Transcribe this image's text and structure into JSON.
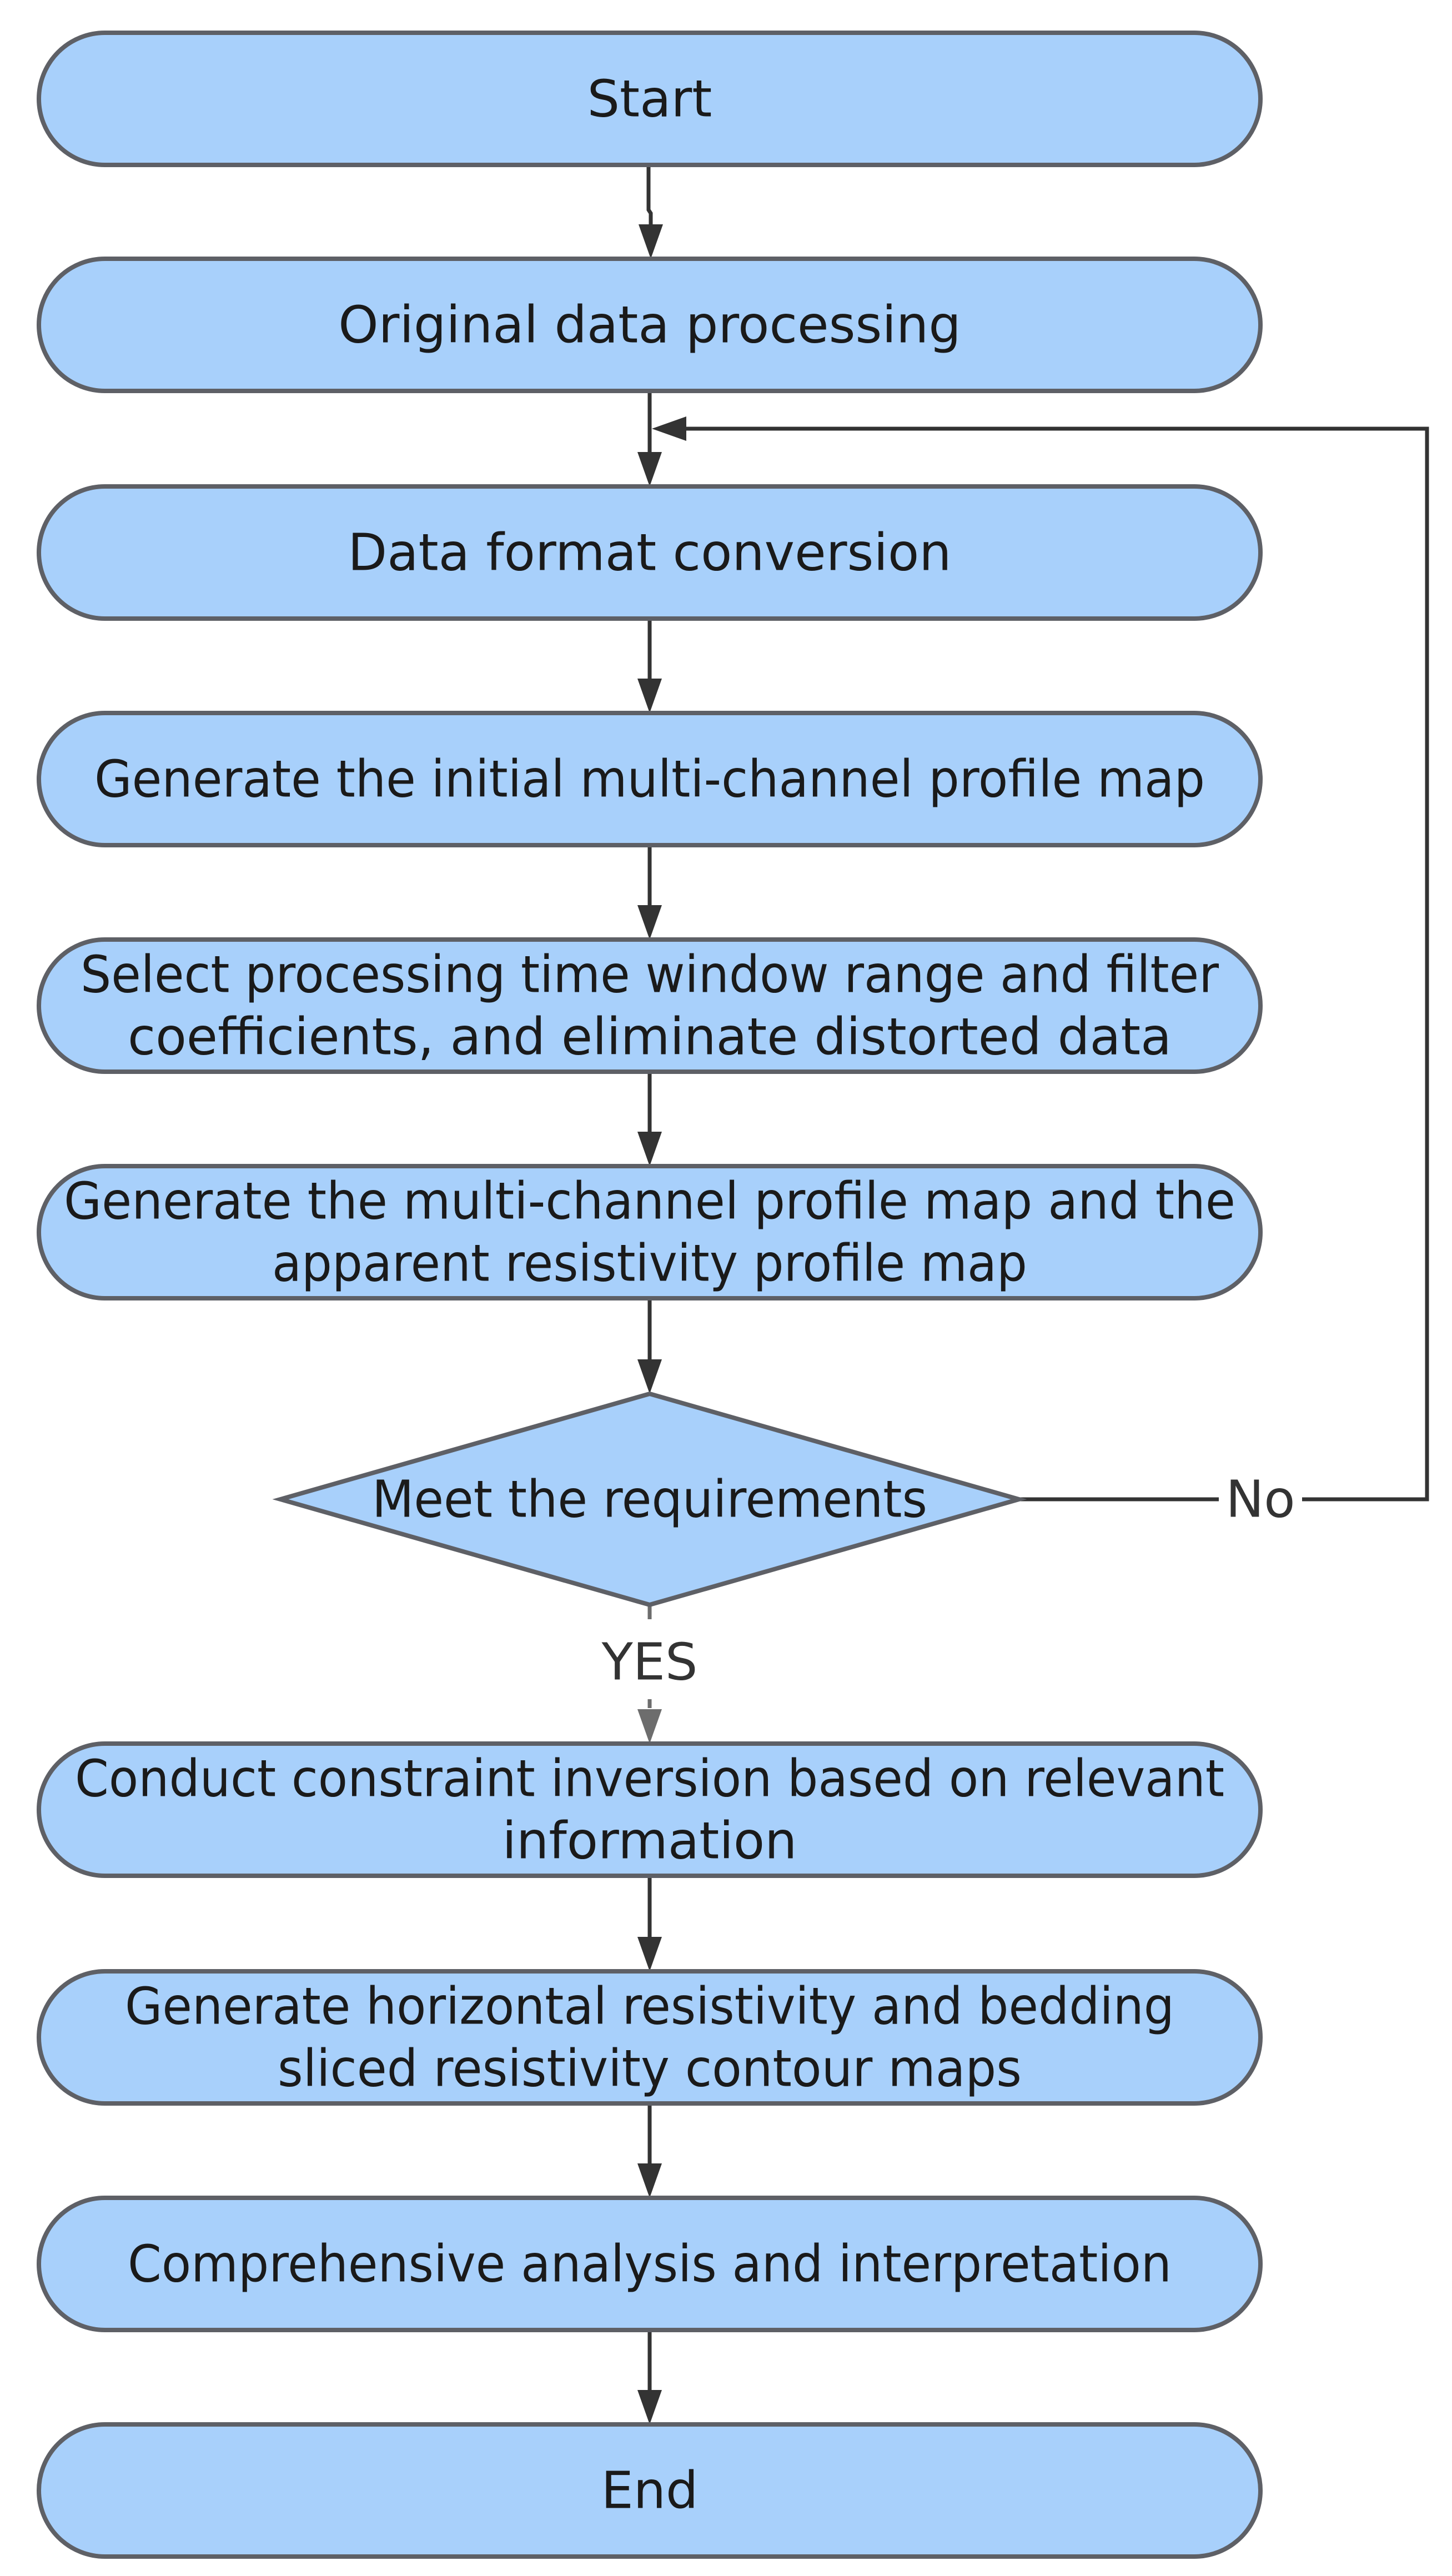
{
  "colors": {
    "node_fill": "#a8d0fb",
    "node_stroke": "#5e6066",
    "edge": "#333333",
    "edge_yes": "#6d6d6d",
    "text": "#1a1a1a"
  },
  "nodes": {
    "start": {
      "lines": [
        "Start"
      ]
    },
    "original_data": {
      "lines": [
        "Original data processing"
      ]
    },
    "format_conversion": {
      "lines": [
        "Data format conversion"
      ]
    },
    "initial_profile": {
      "lines": [
        "Generate the initial multi-channel profile map"
      ]
    },
    "select_window": {
      "lines": [
        "Select processing time window range and filter",
        "coefficients, and eliminate distorted data"
      ]
    },
    "generate_profiles": {
      "lines": [
        "Generate the multi-channel profile map and the",
        "apparent resistivity profile map"
      ]
    },
    "decision": {
      "lines": [
        "Meet the requirements"
      ]
    },
    "constraint_inversion": {
      "lines": [
        "Conduct constraint inversion based on relevant",
        "information"
      ]
    },
    "horizontal_resistivity": {
      "lines": [
        "Generate horizontal resistivity and bedding",
        "sliced resistivity contour maps"
      ]
    },
    "analysis": {
      "lines": [
        "Comprehensive analysis and interpretation"
      ]
    },
    "end": {
      "lines": [
        "End"
      ]
    }
  },
  "edge_labels": {
    "no": "No",
    "yes": "YES"
  }
}
